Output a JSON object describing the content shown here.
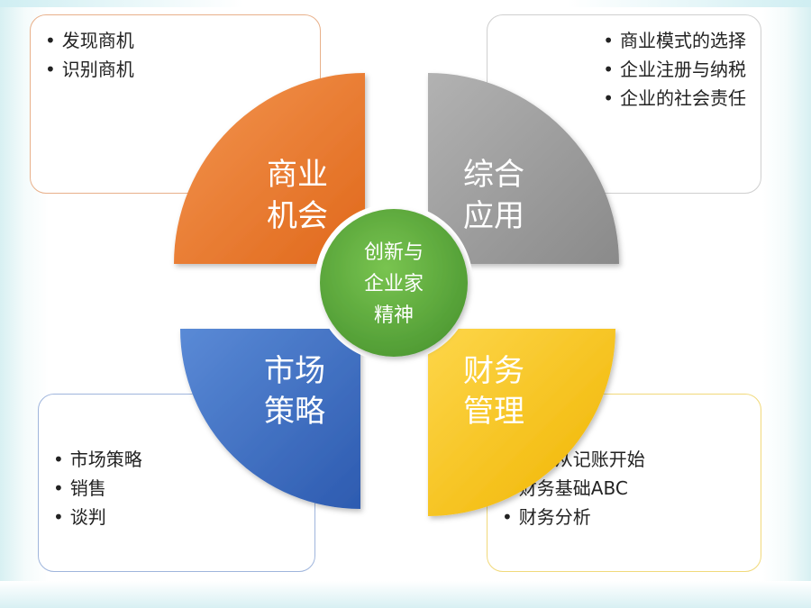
{
  "quadrants": {
    "business_opportunity": {
      "line1": "商业",
      "line2": "机会",
      "color": "#ef7a2a"
    },
    "integrated_application": {
      "line1": "综合",
      "line2": "应用",
      "color": "#9a9a9a"
    },
    "market_strategy": {
      "line1": "市场",
      "line2": "策略",
      "color": "#3f72c4"
    },
    "financial_management": {
      "line1": "财务",
      "line2": "管理",
      "color": "#f6c21c"
    }
  },
  "center": {
    "line1": "创新与",
    "line2": "企业家",
    "line3": "精神",
    "color": "#5aa83b"
  },
  "boxes": {
    "top_left": [
      "发现商机",
      "识别商机"
    ],
    "top_right": [
      "商业模式的选择",
      "企业注册与纳税",
      "企业的社会责任"
    ],
    "bottom_left": [
      "市场策略",
      "销售",
      "谈判"
    ],
    "bottom_right": [
      "财务从记账开始",
      "财务基础ABC",
      "财务分析"
    ]
  }
}
